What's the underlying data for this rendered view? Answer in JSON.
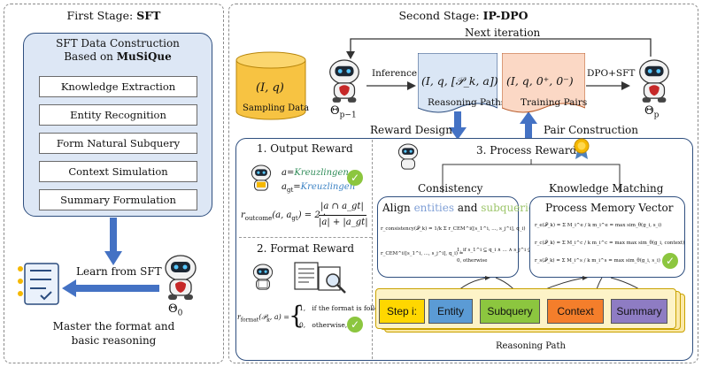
{
  "left": {
    "title_prefix": "First Stage: ",
    "title_bold": "SFT",
    "box_title_line1": "SFT Data Construction",
    "box_title_line2_prefix": "Based on ",
    "box_title_line2_bold": "MuSiQue",
    "steps": [
      "Knowledge Extraction",
      "Entity Recognition",
      "Form Natural Subquery",
      "Context Simulation",
      "Summary Formulation"
    ],
    "learn_label": "Learn from SFT",
    "theta0": "Θ",
    "theta0_sub": "0",
    "bottom_line1": "Master the format and",
    "bottom_line2": "basic reasoning"
  },
  "right": {
    "title_prefix": "Second Stage: ",
    "title_bold": "IP-DPO",
    "next_iteration": "Next iteration",
    "sampling_math": "(I, q)",
    "sampling_label": "Sampling Data",
    "inference_label": "Inference",
    "theta_p_minus_1": "Θ",
    "theta_p_minus_1_sub": "p−1",
    "reasoning_math": "(I, q, [𝒫_k, a])",
    "reasoning_label": "Reasoning Paths",
    "training_math": "(I, q, 0⁺, 0⁻)",
    "training_label": "Training Pairs",
    "dpo_label": "DPO+SFT",
    "theta_p": "Θ",
    "theta_p_sub": "p",
    "reward_design": "Reward Design",
    "pair_construction": "Pair Construction",
    "output_reward": {
      "title": "1. Output Reward",
      "a_line": "a=Kreuzlingen",
      "agt_line": "a_gt=Kreuzlingen",
      "a_value": "Kreuzlingen",
      "agt_value": "Kreuzlingen",
      "formula_lhs": "r_outcome(a, a_gt) = 2 ·",
      "formula_num": "|a ∩ a_gt|",
      "formula_den": "|a| + |a_gt|"
    },
    "format_reward": {
      "title": "2. Format Reward",
      "formula_lhs": "r_format(𝒫_k, a) =",
      "case1_val": "1,",
      "case1_cond": "if the format is followed",
      "case2_val": "0,",
      "case2_cond": "otherwise,"
    },
    "process_reward": {
      "title": "3. Process Reward",
      "consistency": "Consistency",
      "knowledge_matching": "Knowledge Matching",
      "align_prefix": "Align ",
      "align_entities": "entities",
      "align_and": " and ",
      "align_subqueries": "subqueries",
      "memory_vector": "Process Memory Vector",
      "consistency_formula": "r_consistency(𝒫_k) = 1/k Σ r_CEM^i([s_1^i, ..., s_j^i], q_i)",
      "cem_formula_lhs": "r_CEM^i([s_1^i, ..., s_j^i], q_i) =",
      "cem_case1": "1,   if s_1^i ⊆ q_i ∧ ... ∧ s_j^i ⊆ q_i",
      "cem_case2": "0,   otherwise",
      "km_rows": [
        "r_e(𝒫_k) = Σ M_i^e / k      m_i^e = max sim_θ(g_i, s_i)",
        "r_c(𝒫_k) = Σ M_i^c / k      m_i^c = max max sim_θ(g_i, context)",
        "r_s(𝒫_k) = Σ M_i^s / k      m_i^s = max sim_θ(g_i, s_i)"
      ],
      "steps": [
        "Step i:",
        "Entity",
        "Subquery",
        "Context",
        "Summary"
      ],
      "reasoning_path": "Reasoning Path"
    },
    "colors": {
      "entities": "#7f9fd6",
      "subqueries": "#9cc56a",
      "step_i": "#ffd700",
      "entity": "#5b9bd5",
      "subquery": "#8cc63f",
      "context": "#f47e2b",
      "summary": "#8e7cc3",
      "sampling": "#f7c342",
      "reasoning": "#dae6f5",
      "training": "#fbd8c5",
      "check": "#8cc63f",
      "medal": "#f5b800"
    },
    "icons": [
      "robot-icon",
      "check-icon",
      "medal-icon",
      "document-icon",
      "magnifier-icon",
      "checklist-icon"
    ]
  }
}
